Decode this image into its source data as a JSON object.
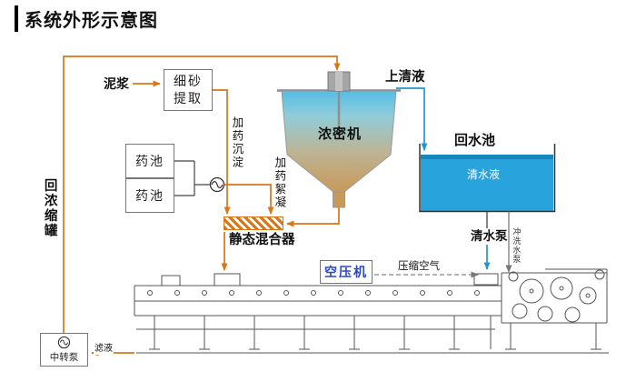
{
  "title": "系统外形示意图",
  "colors": {
    "flow_orange": "#d9761a",
    "water_blue": "#29a3dc",
    "pool_edge_blue": "#1587bc",
    "tank_top_blue": "#55bde6",
    "tank_bottom_tan": "#c89a58",
    "compressor_text_blue": "#2b46c8",
    "machine_line_gray": "#555555"
  },
  "nodes": {
    "mud": "泥浆",
    "sand_extraction": "细砂提取",
    "chem_pool_1": "药池",
    "chem_pool_2": "药池",
    "dosing_sedimentation": "加药沉淀",
    "dosing_flocculation": "加药絮凝",
    "thickener": "浓密机",
    "supernatant": "上清液",
    "return_pool": "回水池",
    "clear_water": "清水液",
    "clear_water_pump": "清水泵",
    "wash_pump": "冲洗水泵",
    "static_mixer": "静态混合器",
    "air_compressor": "空压机",
    "compressed_air": "压缩空气",
    "return_concentrate_tank": "回浓缩罐",
    "transfer_pump": "中转泵",
    "filtrate": "滤液"
  }
}
